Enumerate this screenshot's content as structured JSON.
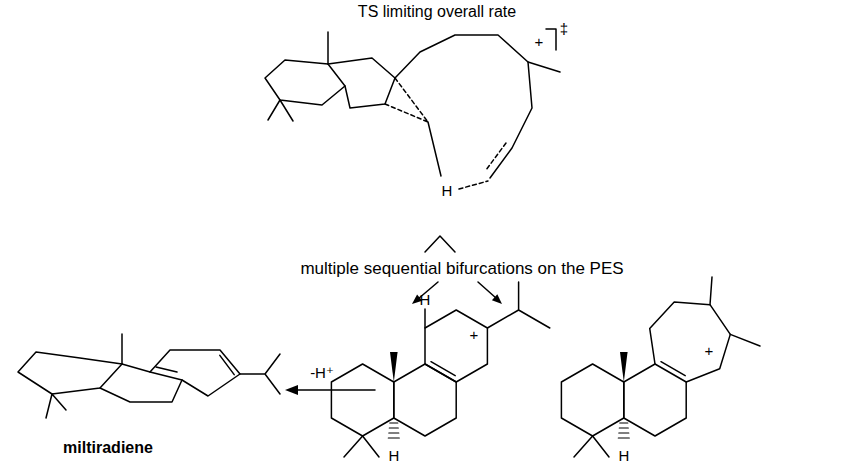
{
  "diagram": {
    "labels": [
      "TS limiting overall rate",
      "+",
      "‡",
      "H",
      "multiple sequential bifurcations on the PES",
      "-H⁺",
      "miltiradiene",
      "H",
      "+",
      "H",
      "+",
      "H"
    ]
  }
}
